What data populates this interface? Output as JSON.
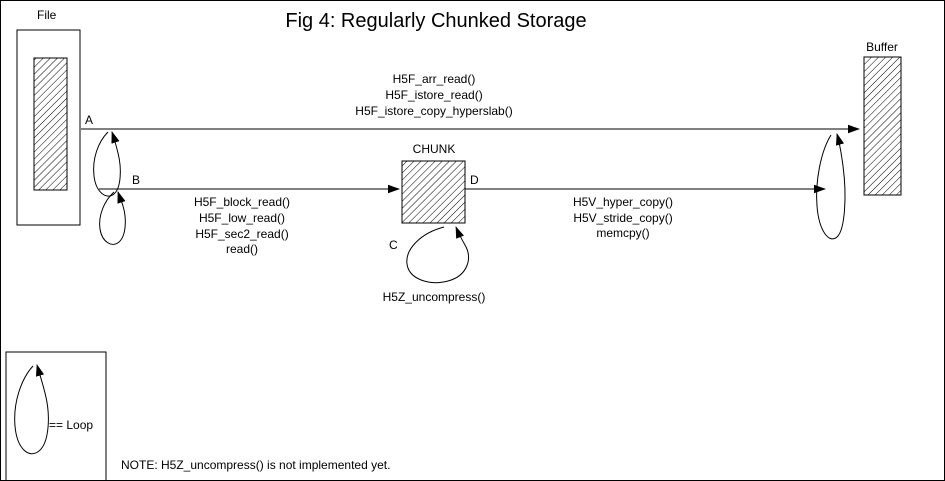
{
  "title": "Fig 4:  Regularly Chunked Storage",
  "file": {
    "label": "File"
  },
  "buffer": {
    "label": "Buffer"
  },
  "chunk": {
    "label": "CHUNK"
  },
  "points": {
    "a": "A",
    "b": "B",
    "c": "C",
    "d": "D"
  },
  "top_arrow": {
    "labels": [
      "H5F_arr_read()",
      "H5F_istore_read()",
      "H5F_istore_copy_hyperslab()"
    ]
  },
  "block_arrow": {
    "labels": [
      "H5F_block_read()",
      "H5F_low_read()",
      "H5F_sec2_read()",
      "read()"
    ]
  },
  "copy_arrow": {
    "labels": [
      "H5V_hyper_copy()",
      "H5V_stride_copy()",
      "memcpy()"
    ]
  },
  "chunk_loop": {
    "label": "H5Z_uncompress()"
  },
  "legend": {
    "label": "== Loop"
  },
  "note": "NOTE: H5Z_uncompress() is not implemented yet."
}
